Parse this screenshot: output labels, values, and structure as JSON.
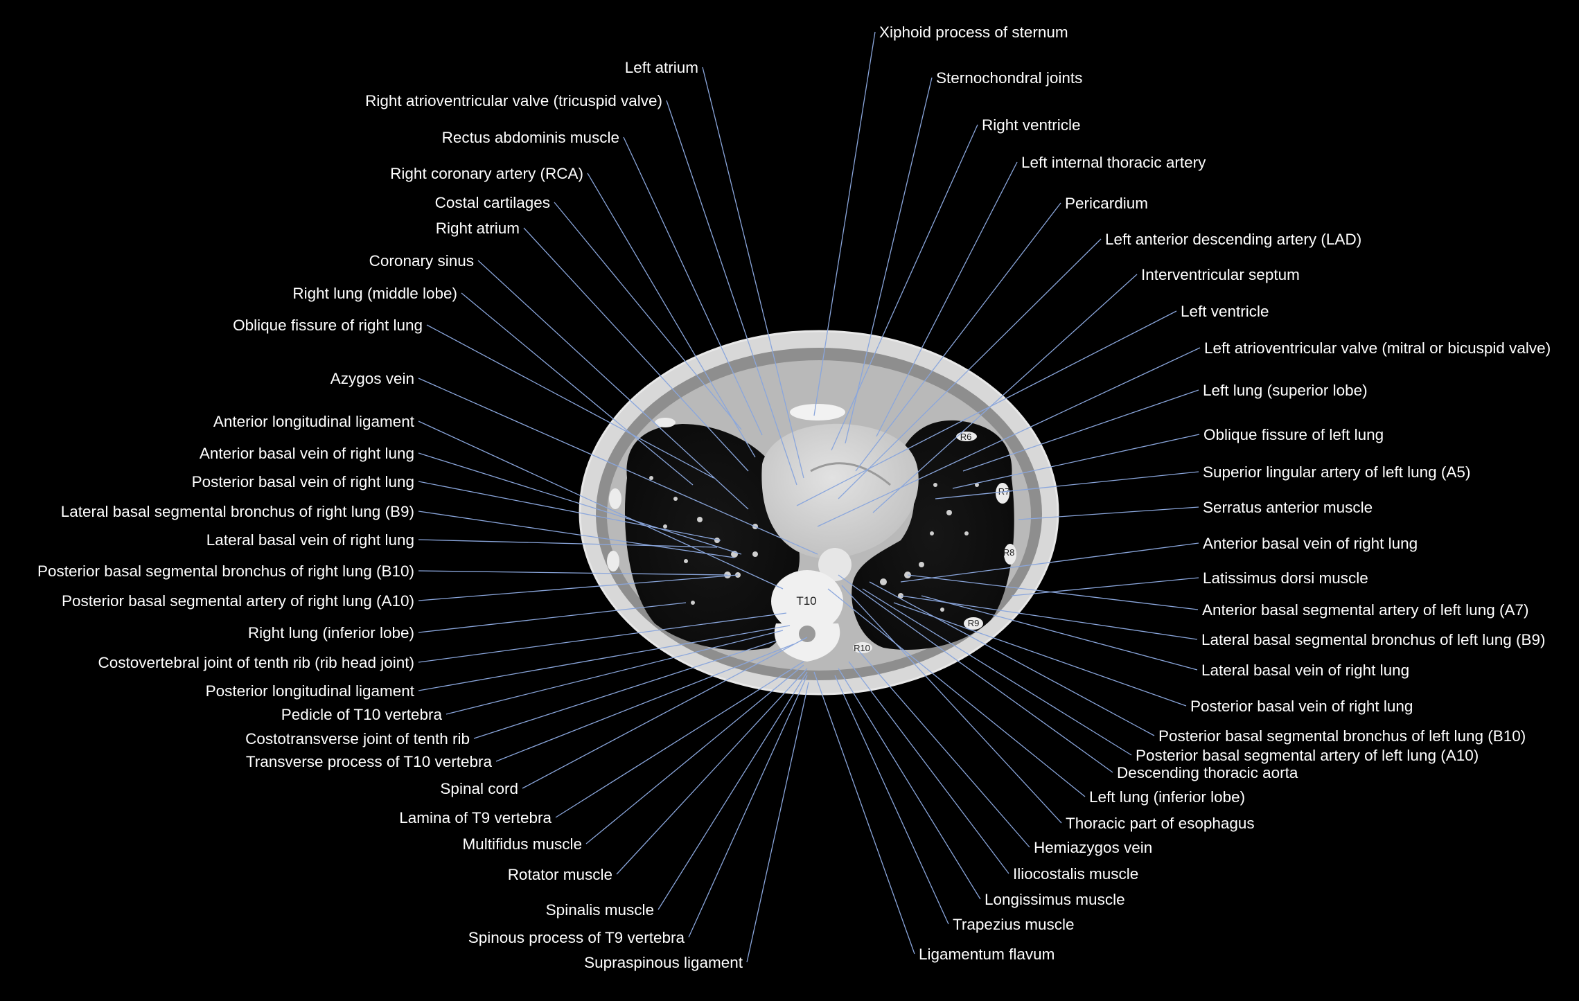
{
  "labels_left": [
    "Left atrium",
    "Right atrioventricular valve (tricuspid valve)",
    "Rectus abdominis muscle",
    "Right coronary artery (RCA)",
    "Costal cartilages",
    "Right atrium",
    "Coronary sinus",
    "Right lung (middle lobe)",
    "Oblique fissure of right lung",
    "Azygos vein",
    "Anterior longitudinal ligament",
    "Anterior basal vein of right lung",
    "Posterior basal vein of right lung",
    "Lateral basal segmental bronchus of right lung (B9)",
    "Lateral basal vein of right lung",
    "Posterior basal segmental bronchus of right lung (B10)",
    "Posterior basal segmental artery of right lung (A10)",
    "Right lung (inferior lobe)",
    "Costovertebral joint of tenth rib (rib head joint)",
    "Posterior longitudinal ligament",
    "Pedicle of T10 vertebra",
    "Costotransverse joint of tenth rib",
    "Transverse process of T10 vertebra",
    "Spinal cord",
    "Lamina of T9 vertebra",
    "Multifidus muscle",
    "Rotator muscle",
    "Spinalis muscle",
    "Spinous process of T9 vertebra",
    "Supraspinous ligament"
  ],
  "labels_right": [
    "Xiphoid process of sternum",
    "Sternochondral joints",
    "Right ventricle",
    "Left internal thoracic artery",
    "Pericardium",
    "Left anterior descending artery (LAD)",
    "Interventricular septum",
    "Left ventricle",
    "Left atrioventricular valve (mitral or bicuspid valve)",
    "Left lung (superior lobe)",
    "Oblique fissure of left lung",
    "Superior lingular artery of left lung (A5)",
    "Serratus anterior muscle",
    "Anterior basal vein of right lung",
    "Latissimus dorsi muscle",
    "Anterior basal segmental artery of left lung (A7)",
    "Lateral basal segmental bronchus of left lung (B9)",
    "Lateral basal vein of right lung",
    "Posterior basal vein of right lung",
    "Posterior basal segmental bronchus of left lung (B10)",
    "Posterior basal segmental artery of left lung (A10)",
    "Descending thoracic aorta",
    "Left lung (inferior lobe)",
    "Thoracic part of esophagus",
    "Hemiazygos vein",
    "Iliocostalis muscle",
    "Longissimus muscle",
    "Trapezius muscle",
    "Ligamentum flavum"
  ],
  "image_annotations": {
    "vertebra": "T10",
    "ribs": [
      "R6",
      "R7",
      "R8",
      "R9",
      "R10"
    ]
  },
  "colors": {
    "background": "#000000",
    "label_text": "#ffffff",
    "leader_line": "#8aa6dc"
  }
}
